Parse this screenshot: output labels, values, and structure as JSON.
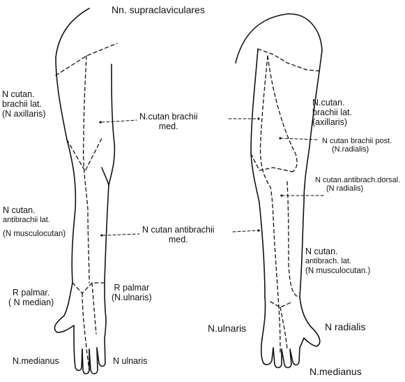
{
  "labels": {
    "supraclaviculares": "Nn. supraclaviculares",
    "front_cutan_brachii_lat": [
      "N cutan.",
      "brachii lat.",
      "(N axillaris)"
    ],
    "cutan_brachii_med": [
      "N.cutan brachii",
      "med."
    ],
    "back_cutan_brachii_lat": [
      "N.cutan.",
      "brachii lat.",
      "(axillaris)"
    ],
    "cutan_brachii_post": [
      "N cutan brachii post.",
      "(N.radialis)"
    ],
    "cutan_antibrach_dorsal": [
      "N cutan.antibrach.dorsal.",
      "(N radialis)"
    ],
    "front_cutan_antibrachii_lat": [
      "N cutan.",
      "antibrachii lat.",
      "(N musculocutan)"
    ],
    "cutan_antibrachii_med": [
      "N cutan antibrachii",
      "med."
    ],
    "back_cutan_antibrach_lat": [
      "N cutan.",
      "antibrach. lat.",
      "(N musculocutan.)"
    ],
    "r_palmar_median": [
      "R palmar.",
      "( N median)"
    ],
    "r_palmar_ulnaris": [
      "R palmar",
      "(N.ulnaris)"
    ],
    "medianus_front": "N.medianus",
    "ulnaris_front": "N ulnaris",
    "ulnaris_back": "N.ulnaris",
    "radialis_back": "N radialis",
    "medianus_back": "N.medianus"
  },
  "colors": {
    "ink": "#111111",
    "paper": "#ffffff"
  }
}
